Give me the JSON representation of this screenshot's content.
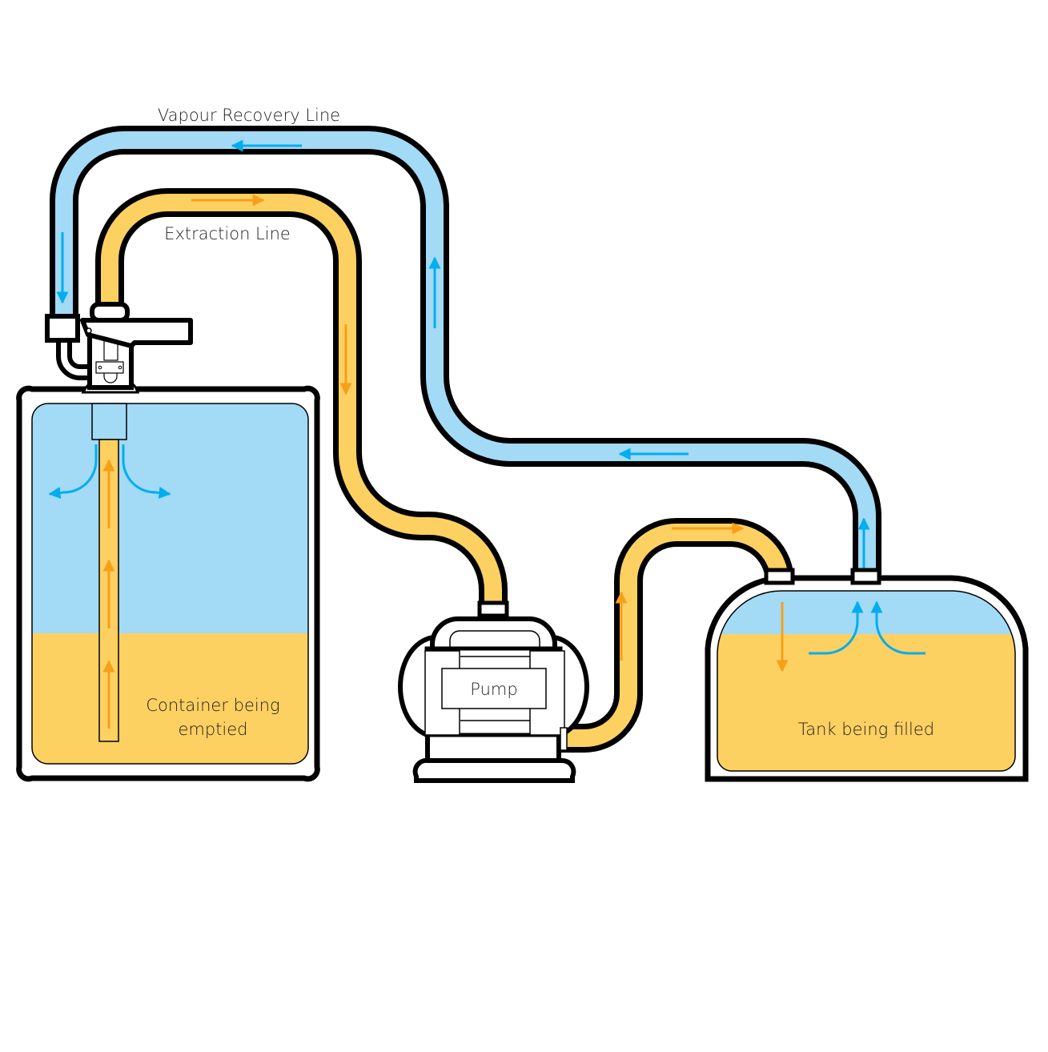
{
  "diagram": {
    "title": "Pump transfer with vapour recovery",
    "labels": {
      "vapour_line": "Vapour Recovery Line",
      "extraction_line": "Extraction Line",
      "pump": "Pump",
      "container_line1": "Container being",
      "container_line2": "emptied",
      "tank": "Tank being filled"
    },
    "colors": {
      "liquid": "#fdd062",
      "vapour": "#a3daf5",
      "liquid_arrow": "#f6a01a",
      "vapour_arrow": "#00aeef",
      "outline": "#000000",
      "fitting": "#ffffff"
    },
    "flows": [
      {
        "line": "extraction",
        "medium": "liquid",
        "from": "Container being emptied",
        "to": "Pump"
      },
      {
        "line": "delivery",
        "medium": "liquid",
        "from": "Pump",
        "to": "Tank being filled"
      },
      {
        "line": "vapour recovery",
        "medium": "vapour",
        "from": "Tank being filled",
        "to": "Container being emptied"
      }
    ]
  }
}
